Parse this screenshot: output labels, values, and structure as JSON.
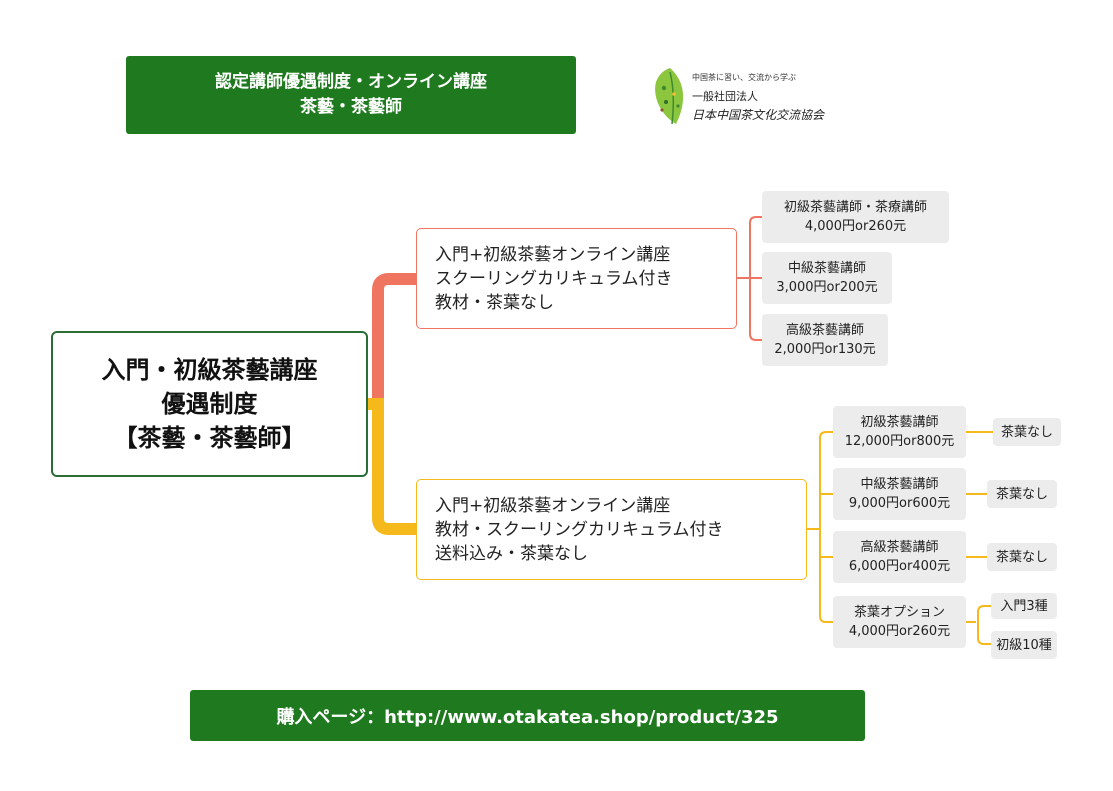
{
  "header": {
    "title_line1": "認定講師優遇制度・オンライン講座",
    "title_line2": "茶藝・茶藝師"
  },
  "logo": {
    "tagline": "中国茶に習い、交流から学ぶ",
    "org_line1": "一般社団法人",
    "org_line2": "日本中国茶文化交流協会"
  },
  "root": {
    "line1": "入門・初級茶藝講座",
    "line2": "優遇制度",
    "line3": "【茶藝・茶藝師】"
  },
  "branches": [
    {
      "lines": [
        "入門+初級茶藝オンライン講座",
        "スクーリングカリキュラム付き",
        "教材・茶葉なし"
      ],
      "color": "#f07561",
      "leaves": [
        {
          "name": "初級茶藝講師・茶療講師",
          "price": "4,000円or260元"
        },
        {
          "name": "中級茶藝講師",
          "price": "3,000円or200元"
        },
        {
          "name": "高級茶藝講師",
          "price": "2,000円or130元"
        }
      ]
    },
    {
      "lines": [
        "入門+初級茶藝オンライン講座",
        "教材・スクーリングカリキュラム付き",
        "送料込み・茶葉なし"
      ],
      "color": "#f6b91c",
      "leaves": [
        {
          "name": "初級茶藝講師",
          "price": "12,000円or800元",
          "sub": [
            "茶葉なし"
          ]
        },
        {
          "name": "中級茶藝講師",
          "price": "9,000円or600元",
          "sub": [
            "茶葉なし"
          ]
        },
        {
          "name": "高級茶藝講師",
          "price": "6,000円or400元",
          "sub": [
            "茶葉なし"
          ]
        },
        {
          "name": "茶葉オプション",
          "price": "4,000円or260元",
          "sub": [
            "入門3種",
            "初級10種"
          ]
        }
      ]
    }
  ],
  "footer": {
    "purchase_label": "購入ページ：http://www.otakatea.shop/product/325"
  },
  "colors": {
    "banner_green": "#1f7a1f",
    "root_border": "#2b6e35",
    "branch_a": "#f07561",
    "branch_b": "#f6b91c",
    "leaf_bg": "#ececec"
  }
}
